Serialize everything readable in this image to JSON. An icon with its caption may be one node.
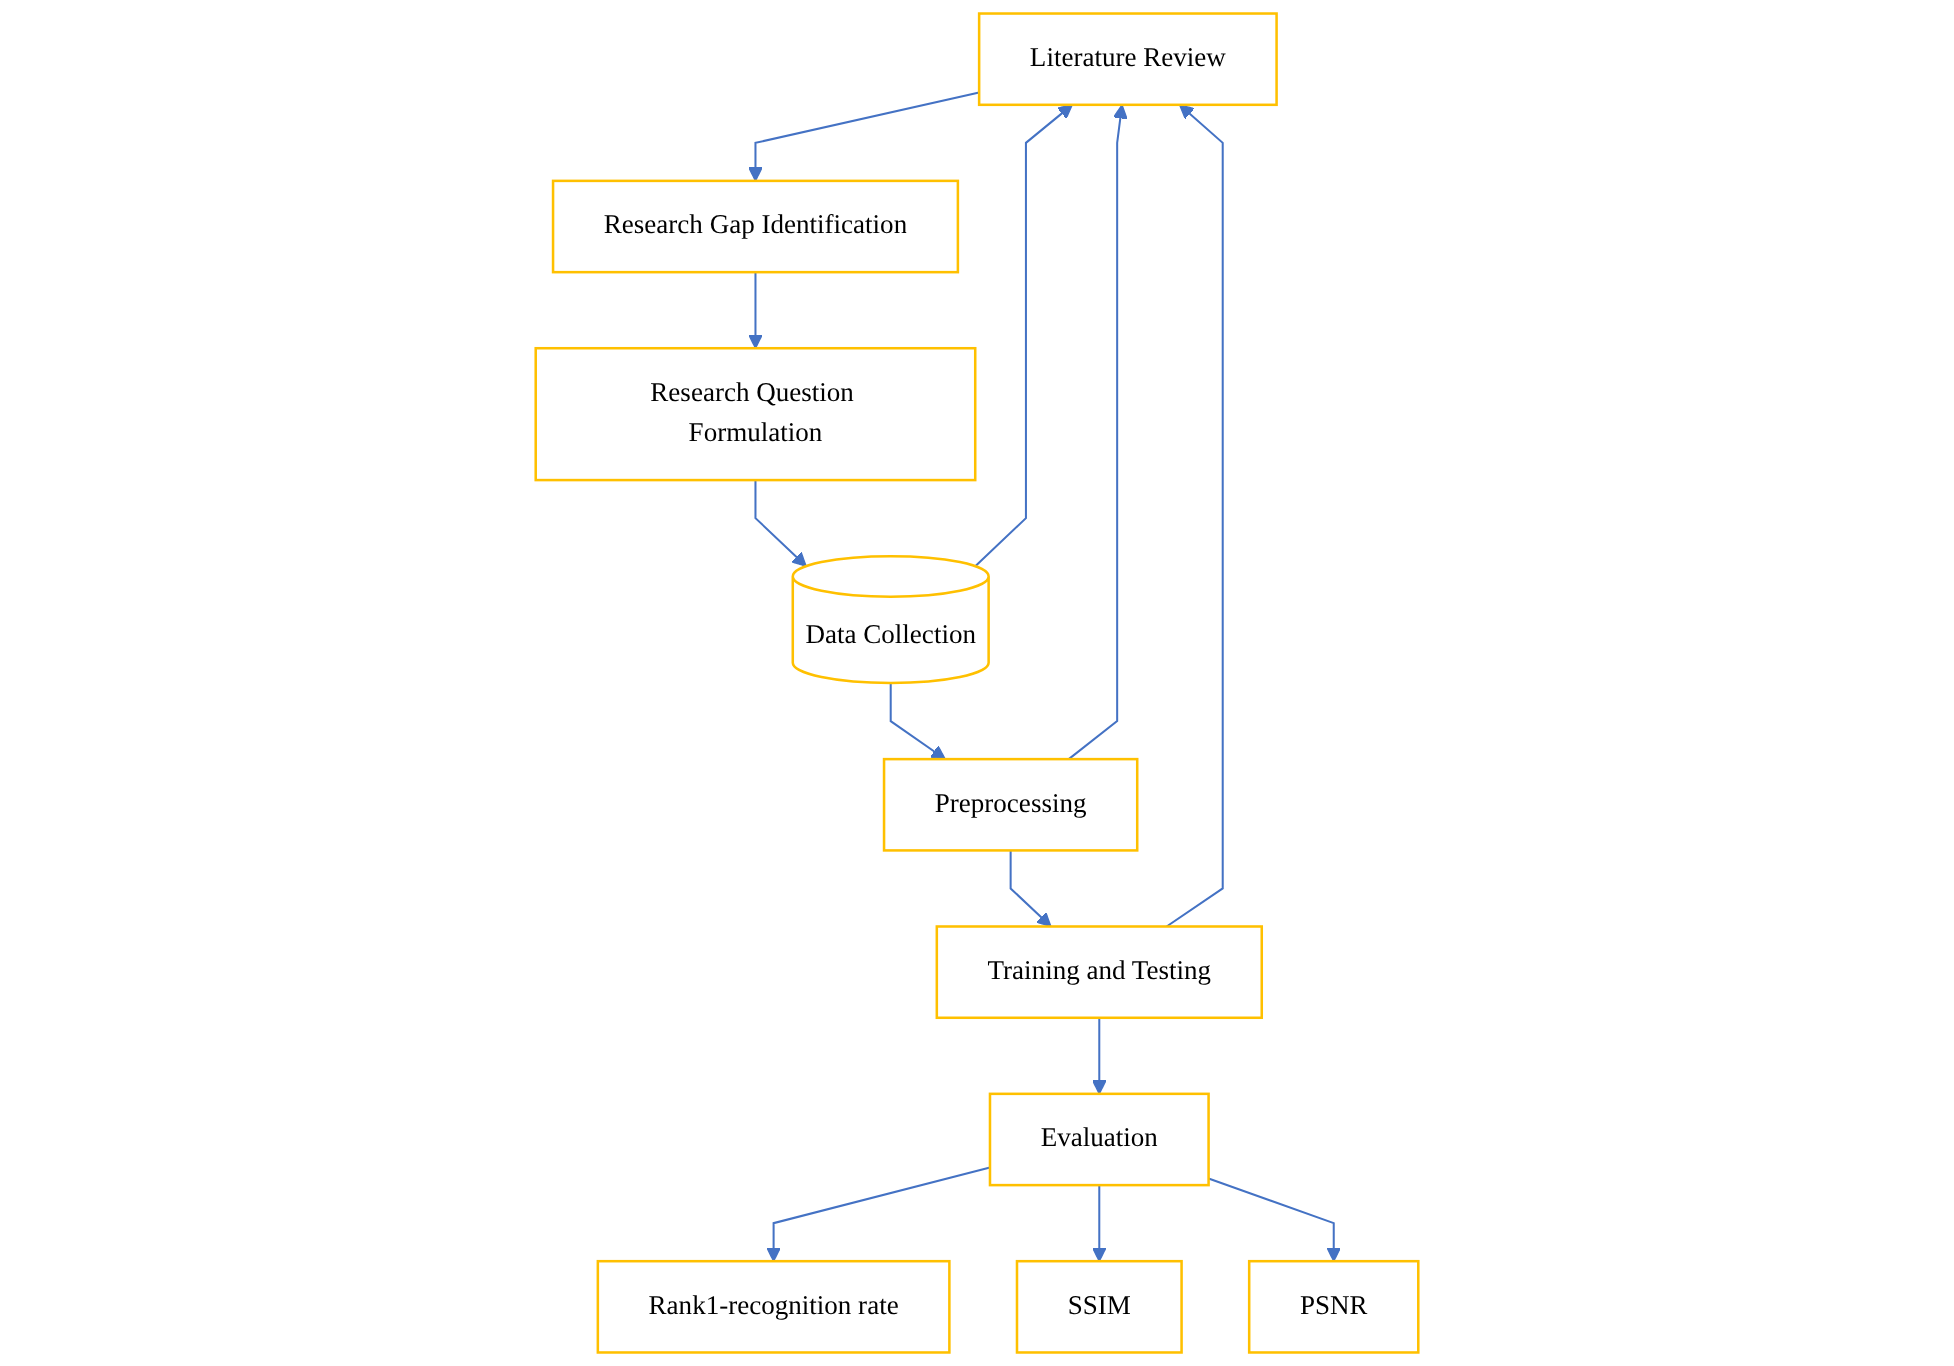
{
  "diagram": {
    "nodes": [
      {
        "text": [
          "Literature Review"
        ]
      },
      {
        "text": [
          "Research Gap Identification"
        ]
      },
      {
        "text": [
          "Research Question Formulation"
        ]
      },
      {
        "text": [
          "Data Collection"
        ]
      },
      {
        "text": [
          "Preprocessing"
        ]
      },
      {
        "text": [
          "Training and Testing"
        ]
      },
      {
        "text": [
          "Evaluation"
        ]
      },
      {
        "text": [
          "Rank1-recognition rate"
        ]
      },
      {
        "text": [
          "SSIM"
        ]
      },
      {
        "text": [
          "PSNR"
        ]
      }
    ],
    "edges": [
      {
        "from": 0,
        "to": 1,
        "arrow": "to"
      },
      {
        "from": 1,
        "to": 2,
        "arrow": "to"
      },
      {
        "from": 2,
        "to": 3,
        "arrow": "to"
      },
      {
        "from": 3,
        "to": 0,
        "arrow": "to"
      },
      {
        "from": 3,
        "to": 4,
        "arrow": "to"
      },
      {
        "from": 4,
        "to": 0,
        "arrow": "to"
      },
      {
        "from": 4,
        "to": 5,
        "arrow": "to"
      },
      {
        "from": 5,
        "to": 0,
        "arrow": "to"
      },
      {
        "from": 5,
        "to": 6,
        "arrow": "to"
      },
      {
        "from": 6,
        "to": 7,
        "arrow": "to"
      },
      {
        "from": 6,
        "to": 8,
        "arrow": "to"
      },
      {
        "from": 6,
        "to": 9,
        "arrow": "to"
      }
    ]
  }
}
